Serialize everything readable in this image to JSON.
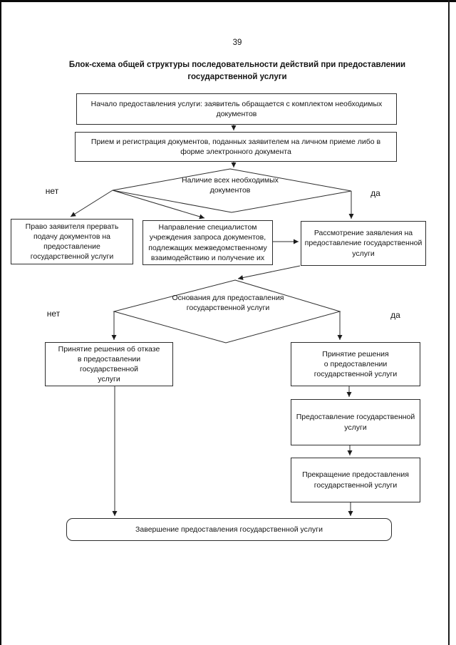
{
  "page": {
    "number": "39",
    "title": "Блок-схема общей структуры последовательности действий при предоставлении\nгосударственной услуги"
  },
  "flowchart": {
    "nodes": {
      "start": "Начало предоставления услуги: заявитель обращается с комплектом необходимых\nдокументов",
      "reception": "Прием и регистрация документов, поданных заявителем на личном приеме либо в\nформе электронного документа",
      "docs_decision": "Наличие всех необходимых\nдокументов",
      "interrupt": "Право заявителя прервать\nподачу документов на\nпредоставление\nгосударственной услуги",
      "request": "Направление специалистом\nучреждения запроса документов,\nподлежащих межведомственному\nвзаимодействию и получение их",
      "consideration": "Рассмотрение заявления на\nпредоставление государственной\nуслуги",
      "grounds_decision": "Основания для предоставления\nгосударственной услуги",
      "refusal": "Принятие решения об отказе\nв предоставлении\nгосударственной\nуслуги",
      "approval": "Принятие решения\nо предоставлении\nгосударственной услуги",
      "provision": "Предоставление государственной\nуслуги",
      "termination": "Прекращение предоставления\nгосударственной услуги",
      "completion": "Завершение предоставления государственной услуги"
    },
    "labels": {
      "no1": "нет",
      "yes1": "да",
      "no2": "нет",
      "yes2": "да"
    },
    "colors": {
      "line": "#2d2d2d",
      "text": "#141414",
      "background": "#ffffff"
    }
  }
}
